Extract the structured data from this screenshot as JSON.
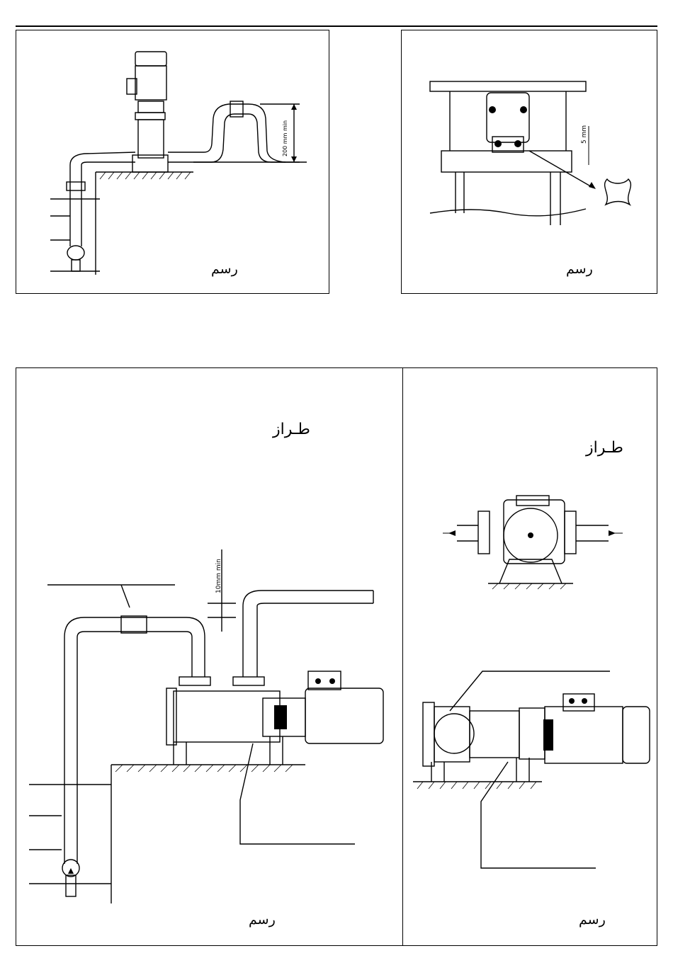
{
  "figures": {
    "top_left": {
      "caption": "رسم",
      "dimension_label": "200 mm min"
    },
    "top_right": {
      "caption": "رسم",
      "dimension_label": "5 mm"
    },
    "bottom_left": {
      "caption": "رسم",
      "model_label": "طـراز",
      "dimension_label": "10mm min"
    },
    "bottom_right": {
      "caption": "رسم",
      "model_label": "طـراز"
    }
  }
}
